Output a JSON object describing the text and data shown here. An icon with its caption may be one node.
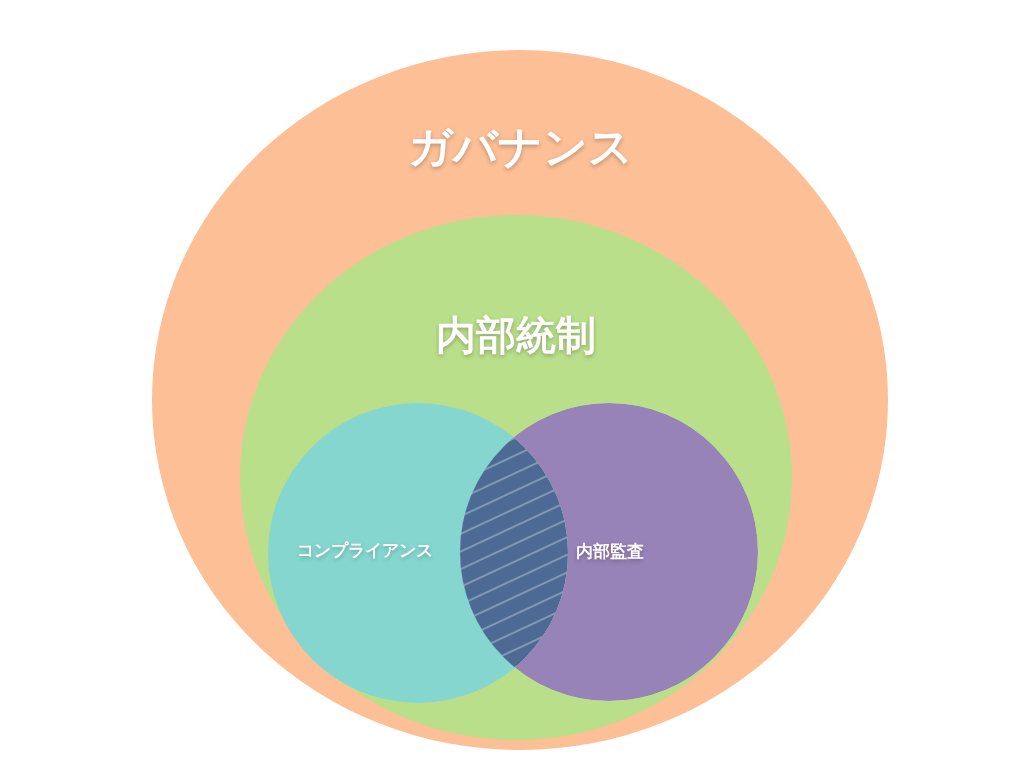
{
  "diagram": {
    "nodes": [
      {
        "text": [
          "ガバナンス"
        ]
      },
      {
        "text": [
          "内部統制"
        ],
        "in": 0
      },
      {
        "text": [
          "コンプライアンス"
        ],
        "in": 1
      },
      {
        "text": [
          "内部監査"
        ],
        "in": 1
      }
    ]
  }
}
